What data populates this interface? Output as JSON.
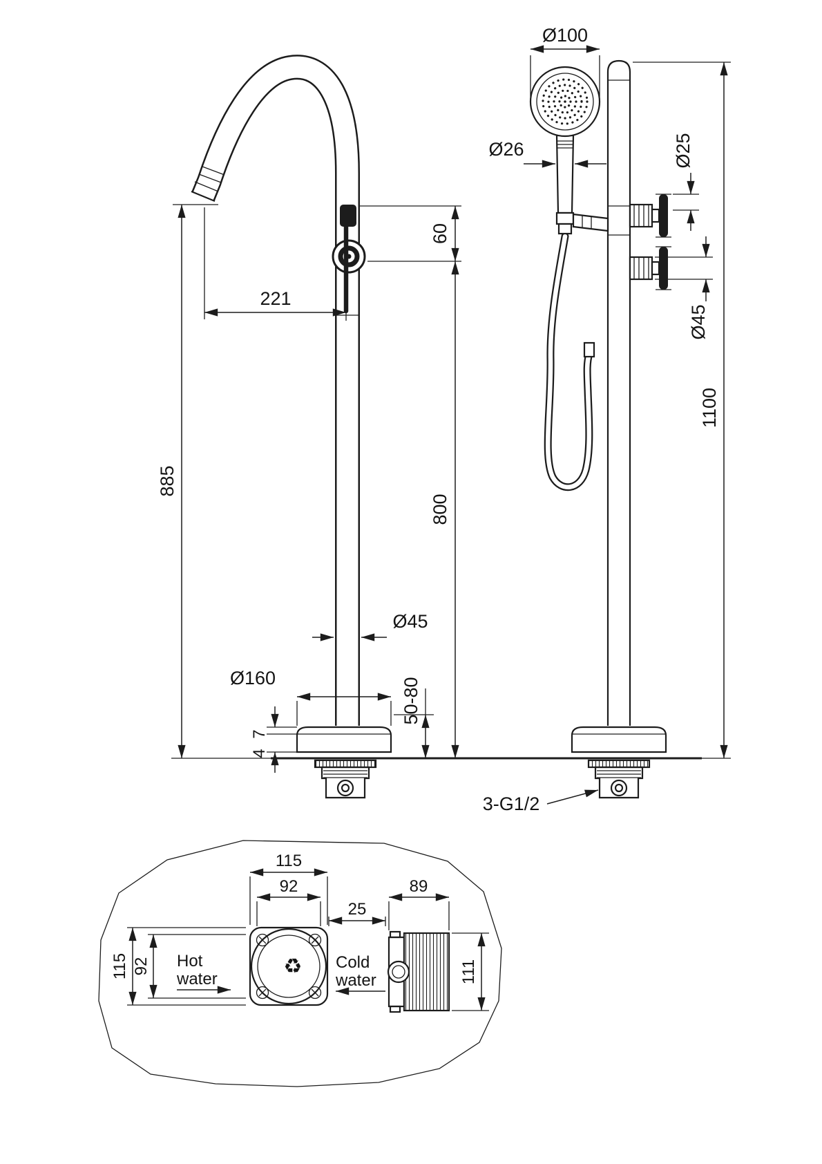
{
  "side_view": {
    "spout_reach": "221",
    "spout_drop": "60",
    "spout_height": "885",
    "handle_height": "800",
    "column_diameter": "Ø45",
    "base_diameter": "Ø160",
    "floor_depth_range": "50-80",
    "base_step_upper": "7",
    "base_step_lower": "4"
  },
  "front_view": {
    "shower_head_diameter": "Ø100",
    "handshower_diameter": "Ø26",
    "handle_diameter": "Ø25",
    "valve_diameter": "Ø45",
    "overall_height": "1100",
    "connection_thread": "3-G1/2"
  },
  "detail": {
    "top_width": "115",
    "top_inner_width": "92",
    "side_height_outer": "115",
    "side_height_inner": "92",
    "gap": "25",
    "box_width": "89",
    "box_depth": "111",
    "hot_1": "Hot",
    "hot_2": "water",
    "cold_1": "Cold",
    "cold_2": "water",
    "recycle": "♻"
  },
  "colors": {
    "line": "#1c1c1c",
    "background": "#ffffff"
  }
}
